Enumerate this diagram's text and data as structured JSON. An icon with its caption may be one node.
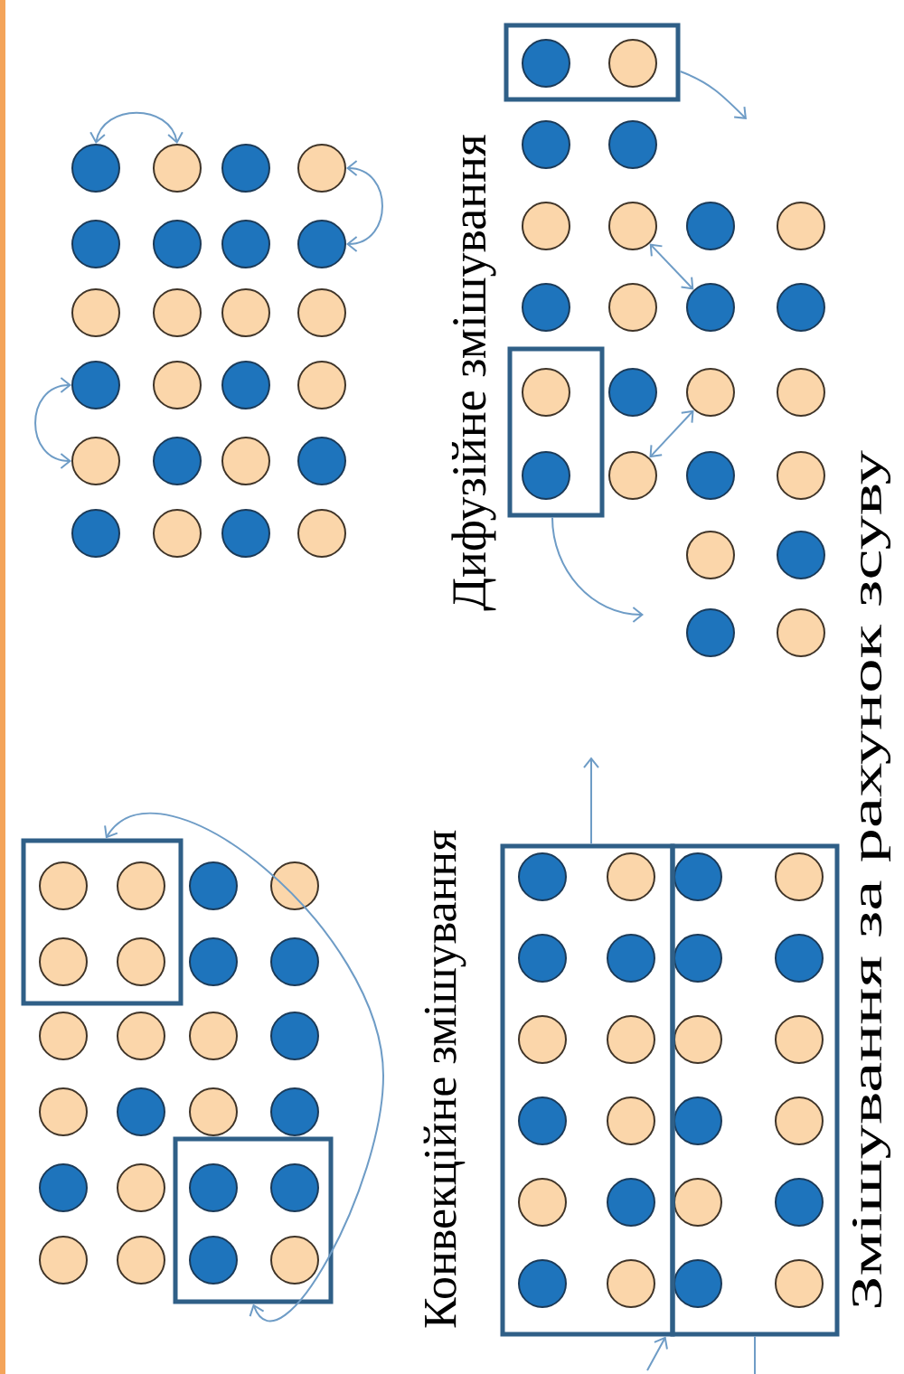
{
  "diagram": {
    "nodes": [
      {
        "text": [],
        "shape": "circle"
      },
      {
        "text": [],
        "shape": "circle"
      },
      {
        "text": [],
        "shape": "circle"
      },
      {
        "text": [],
        "shape": "circle"
      },
      {
        "text": [],
        "shape": "circle"
      },
      {
        "text": [],
        "shape": "circle"
      },
      {
        "text": [],
        "shape": "box"
      },
      {
        "text": [],
        "shape": "circle"
      },
      {
        "text": [],
        "shape": "circle"
      },
      {
        "text": [],
        "shape": "box"
      },
      {
        "text": [],
        "shape": "circle"
      },
      {
        "text": [],
        "shape": "circle"
      },
      {
        "text": [],
        "shape": "box"
      },
      {
        "text": [],
        "shape": "box"
      },
      {
        "text": [],
        "shape": "box"
      },
      {
        "text": [],
        "shape": "box"
      }
    ],
    "edges": [
      {
        "from": 0,
        "to": 1,
        "arrow": "both"
      },
      {
        "from": 2,
        "to": 3,
        "arrow": "both"
      },
      {
        "from": 4,
        "to": 5,
        "arrow": "both"
      },
      {
        "from": 6,
        "to": null,
        "arrow": "to"
      },
      {
        "from": 7,
        "to": 8,
        "arrow": "both"
      },
      {
        "from": 11,
        "to": 10,
        "arrow": "both"
      },
      {
        "from": 9,
        "to": null,
        "arrow": "to"
      },
      {
        "from": 13,
        "to": 12,
        "arrow": "both"
      },
      {
        "from": 14,
        "to": null,
        "arrow": "to"
      },
      {
        "from": null,
        "to": 14,
        "arrow": "to"
      },
      {
        "from": 15,
        "to": null,
        "arrow": "none"
      }
    ],
    "labels": [
      "Дифузійне змішування",
      "Конвекційне змішування",
      "Змішування за рахунок зсуву"
    ]
  }
}
